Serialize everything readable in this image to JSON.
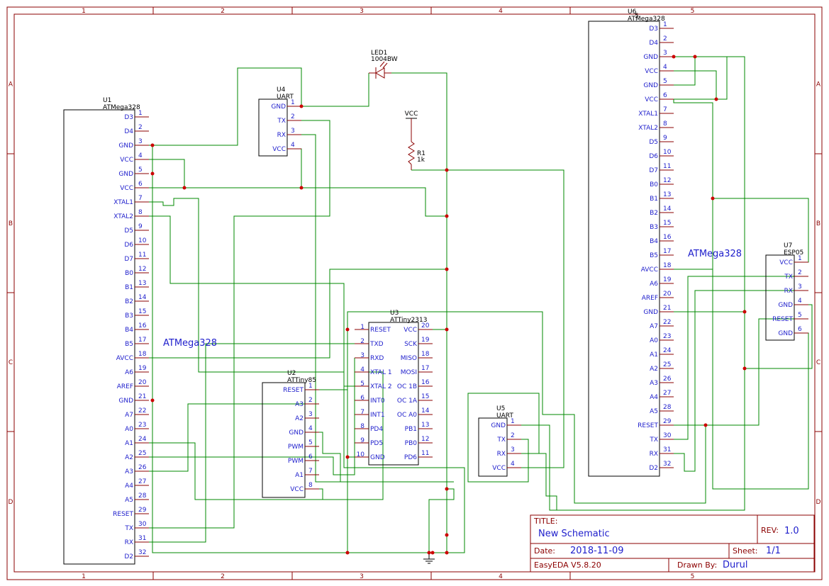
{
  "colors": {
    "frame": "#8b0000",
    "wire": "#008800",
    "junction": "#cc0000",
    "pin_text": "#1e1ecc",
    "body": "#000000"
  },
  "frame": {
    "cols": [
      "1",
      "2",
      "3",
      "4",
      "5"
    ],
    "rows": [
      "A",
      "B",
      "C",
      "D"
    ]
  },
  "components": {
    "U1": {
      "ref": "U1",
      "value": "ATMega328",
      "note": "ATMega328",
      "pins": [
        [
          "D3",
          "1"
        ],
        [
          "D4",
          "2"
        ],
        [
          "GND",
          "3"
        ],
        [
          "VCC",
          "4"
        ],
        [
          "GND",
          "5"
        ],
        [
          "VCC",
          "6"
        ],
        [
          "XTAL1",
          "7"
        ],
        [
          "XTAL2",
          "8"
        ],
        [
          "D5",
          "9"
        ],
        [
          "D6",
          "10"
        ],
        [
          "D7",
          "11"
        ],
        [
          "B0",
          "12"
        ],
        [
          "B1",
          "13"
        ],
        [
          "B2",
          "14"
        ],
        [
          "B3",
          "15"
        ],
        [
          "B4",
          "16"
        ],
        [
          "B5",
          "17"
        ],
        [
          "AVCC",
          "18"
        ],
        [
          "A6",
          "19"
        ],
        [
          "AREF",
          "20"
        ],
        [
          "GND",
          "21"
        ],
        [
          "A7",
          "22"
        ],
        [
          "A0",
          "23"
        ],
        [
          "A1",
          "24"
        ],
        [
          "A2",
          "25"
        ],
        [
          "A3",
          "26"
        ],
        [
          "A4",
          "27"
        ],
        [
          "A5",
          "28"
        ],
        [
          "RESET",
          "29"
        ],
        [
          "TX",
          "30"
        ],
        [
          "RX",
          "31"
        ],
        [
          "D2",
          "32"
        ]
      ]
    },
    "U6": {
      "ref": "U6",
      "ref_suffix": "5",
      "value": "ATMega328",
      "note": "ATMega328",
      "pins": [
        [
          "D3",
          "1"
        ],
        [
          "D4",
          "2"
        ],
        [
          "GND",
          "3"
        ],
        [
          "VCC",
          "4"
        ],
        [
          "GND",
          "5"
        ],
        [
          "VCC",
          "6"
        ],
        [
          "XTAL1",
          "7"
        ],
        [
          "XTAL2",
          "8"
        ],
        [
          "D5",
          "9"
        ],
        [
          "D6",
          "10"
        ],
        [
          "D7",
          "11"
        ],
        [
          "B0",
          "12"
        ],
        [
          "B1",
          "13"
        ],
        [
          "B2",
          "14"
        ],
        [
          "B3",
          "15"
        ],
        [
          "B4",
          "16"
        ],
        [
          "B5",
          "17"
        ],
        [
          "AVCC",
          "18"
        ],
        [
          "A6",
          "19"
        ],
        [
          "AREF",
          "20"
        ],
        [
          "GND",
          "21"
        ],
        [
          "A7",
          "22"
        ],
        [
          "A0",
          "23"
        ],
        [
          "A1",
          "24"
        ],
        [
          "A2",
          "25"
        ],
        [
          "A3",
          "26"
        ],
        [
          "A4",
          "27"
        ],
        [
          "A5",
          "28"
        ],
        [
          "RESET",
          "29"
        ],
        [
          "TX",
          "30"
        ],
        [
          "RX",
          "31"
        ],
        [
          "D2",
          "32"
        ]
      ]
    },
    "U4": {
      "ref": "U4",
      "value": "UART",
      "pins": [
        [
          "GND",
          "1"
        ],
        [
          "TX",
          "2"
        ],
        [
          "RX",
          "3"
        ],
        [
          "VCC",
          "4"
        ]
      ]
    },
    "U5": {
      "ref": "U5",
      "value": "UART",
      "pins": [
        [
          "GND",
          "1"
        ],
        [
          "TX",
          "2"
        ],
        [
          "RX",
          "3"
        ],
        [
          "VCC",
          "4"
        ]
      ]
    },
    "U7": {
      "ref": "U7",
      "value": "ESP05",
      "pins": [
        [
          "VCC",
          "1"
        ],
        [
          "TX",
          "2"
        ],
        [
          "RX",
          "3"
        ],
        [
          "GND",
          "4"
        ],
        [
          "RESET",
          "5"
        ],
        [
          "GND",
          "6"
        ]
      ]
    },
    "U2": {
      "ref": "U2",
      "value": "ATTiny85",
      "pins": [
        [
          "RESET",
          "1"
        ],
        [
          "A3",
          "2"
        ],
        [
          "A2",
          "3"
        ],
        [
          "GND",
          "4"
        ],
        [
          "PWM",
          "5"
        ],
        [
          "PWM",
          "6"
        ],
        [
          "A1",
          "7"
        ],
        [
          "VCC",
          "8"
        ]
      ]
    },
    "U3": {
      "ref": "U3",
      "value": "ATTiny2313",
      "left": [
        [
          "RESET",
          "1"
        ],
        [
          "TXD",
          "2"
        ],
        [
          "RXD",
          "3"
        ],
        [
          "XTAL 1",
          "4"
        ],
        [
          "XTAL 2",
          "5"
        ],
        [
          "INT0",
          "6"
        ],
        [
          "INT1",
          "7"
        ],
        [
          "PD4",
          "8"
        ],
        [
          "PD5",
          "9"
        ],
        [
          "GND",
          "10"
        ]
      ],
      "right": [
        [
          "VCC",
          "20"
        ],
        [
          "SCK",
          "19"
        ],
        [
          "MISO",
          "18"
        ],
        [
          "MOSI",
          "17"
        ],
        [
          "OC 1B",
          "16"
        ],
        [
          "OC 1A",
          "15"
        ],
        [
          "OC A0",
          "14"
        ],
        [
          "PB1",
          "13"
        ],
        [
          "PB0",
          "12"
        ],
        [
          "PD6",
          "11"
        ]
      ]
    },
    "LED1": {
      "ref": "LED1",
      "value": "1004BW"
    },
    "R1": {
      "ref": "R1",
      "value": "1k"
    },
    "VCC": {
      "label": "VCC"
    }
  },
  "title_block": {
    "title_key": "TITLE:",
    "title": "New Schematic",
    "rev_key": "REV:",
    "rev": "1.0",
    "date_key": "Date:",
    "date": "2018-11-09",
    "sheet_key": "Sheet:",
    "sheet": "1/1",
    "tool": "EasyEDA V5.8.20",
    "drawn_key": "Drawn By:",
    "drawn": "Durul"
  }
}
